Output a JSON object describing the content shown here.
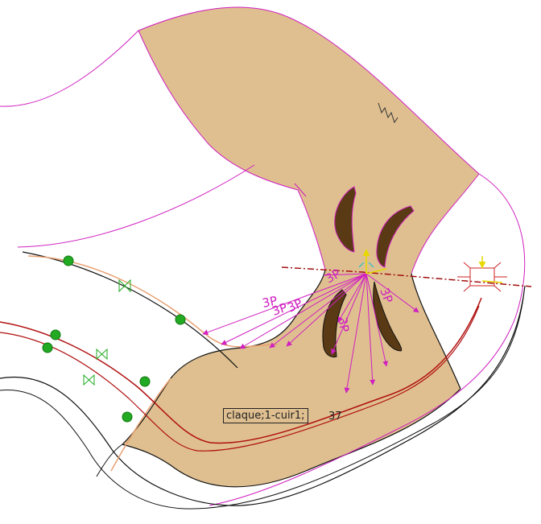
{
  "piece": {
    "label": "claque;1-cuir1;",
    "number": "37"
  },
  "annotations": {
    "ray_labels": [
      "3P",
      "3P",
      "3P",
      "3P",
      "3P",
      "3P"
    ]
  },
  "colors": {
    "piece_fill": "#dfbf90",
    "piece_outline": "#111111",
    "magenta": "#d020c0",
    "dark_red": "#b01010",
    "punch_fill": "#5a3a14",
    "green_marker": "#22aa22",
    "yellow_arrow": "#e8d800",
    "orange_curve": "#e8a070",
    "cyan": "#20c0d0",
    "red_symbol": "#cc2222"
  },
  "icons": {
    "notch": "zigzag-notch-icon",
    "bowtie": "bowtie-marker-icon",
    "target": "target-symbol-icon"
  }
}
